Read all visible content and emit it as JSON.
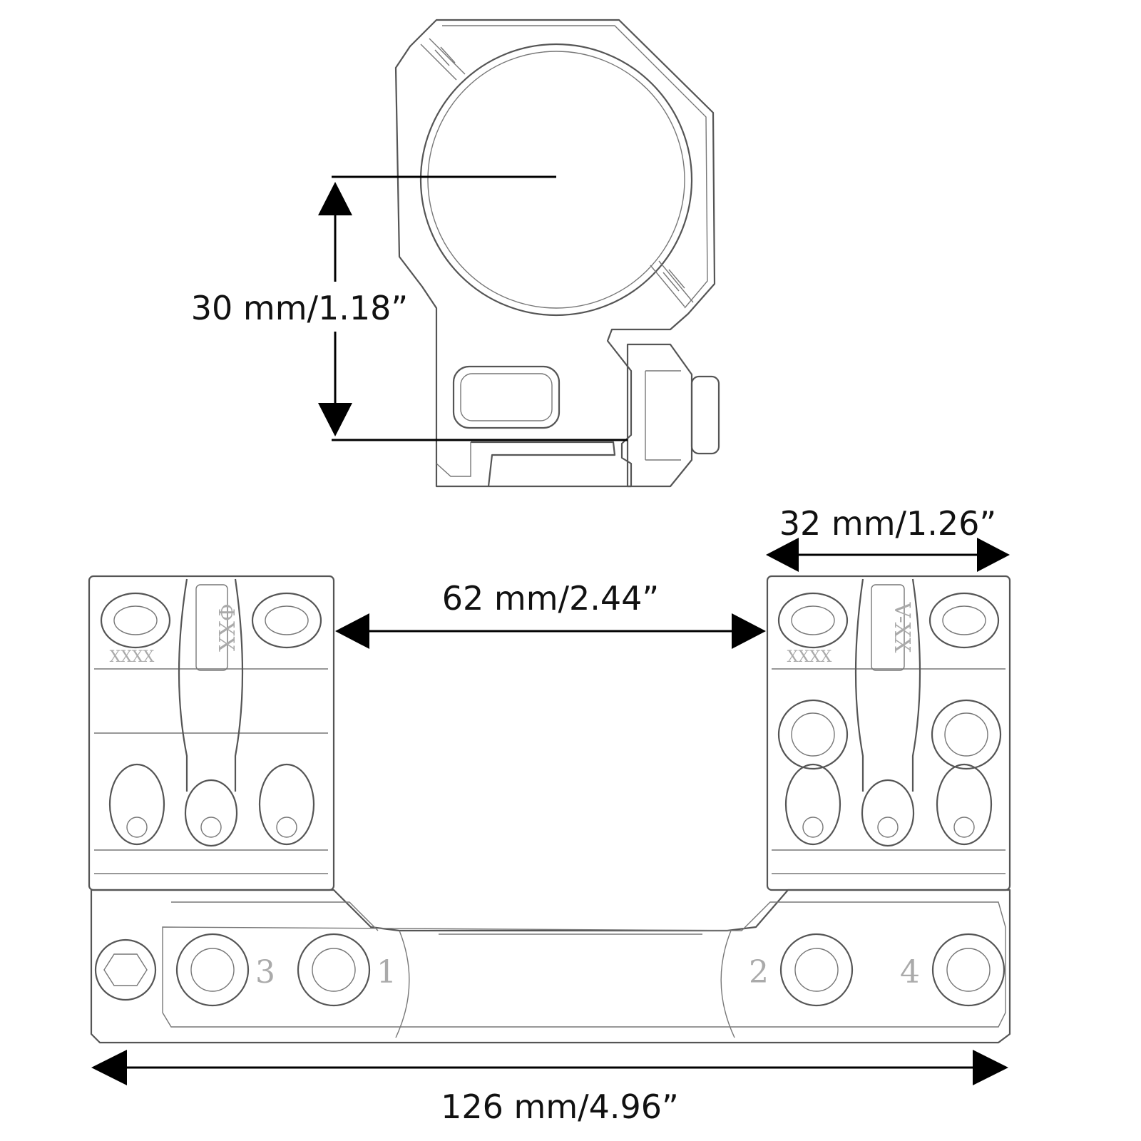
{
  "diagram": {
    "dimensions": {
      "ring_height": "30 mm/1.18”",
      "ring_width": "32 mm/1.26”",
      "ring_spacing": "62 mm/2.44”",
      "overall_length": "126 mm/4.96”"
    },
    "engravings": {
      "left_ring_marking": "XXXX",
      "right_ring_marking": "XXXX",
      "left_ring_code": "ФXX",
      "right_ring_code": "V-XX",
      "screw_numbers": [
        "3",
        "1",
        "2",
        "4"
      ]
    }
  }
}
